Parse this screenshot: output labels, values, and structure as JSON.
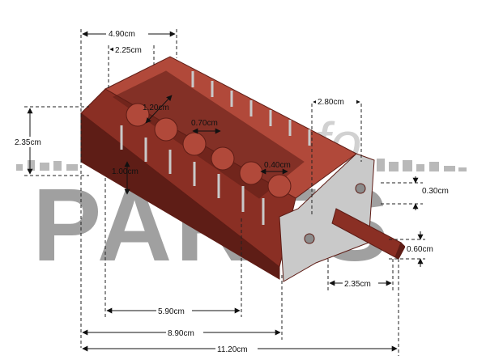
{
  "watermark": {
    "brand_script": "fo",
    "brand_word": "PARTS"
  },
  "dimensions": {
    "top_width": "4.90cm",
    "inner_width": "2.25cm",
    "cam_spacing": "1.20cm",
    "left_height": "2.35cm",
    "terminal_gap_a": "0.70cm",
    "terminal_gap_b": "0.40cm",
    "terminal_height": "1.00cm",
    "front_plate_height": "2.80cm",
    "flat_offset": "0.30cm",
    "shaft_diameter": "0.60cm",
    "shaft_length": "2.35cm",
    "body_length": "5.90cm",
    "total_body_length": "8.90cm",
    "overall_length": "11.20cm"
  },
  "colors": {
    "body": "#8a2f24",
    "body_dark": "#5e1d16",
    "body_light": "#b1493a",
    "metal": "#c9c9c9",
    "metal_dark": "#8c8c8c",
    "watermark": "#7a7a7a"
  }
}
